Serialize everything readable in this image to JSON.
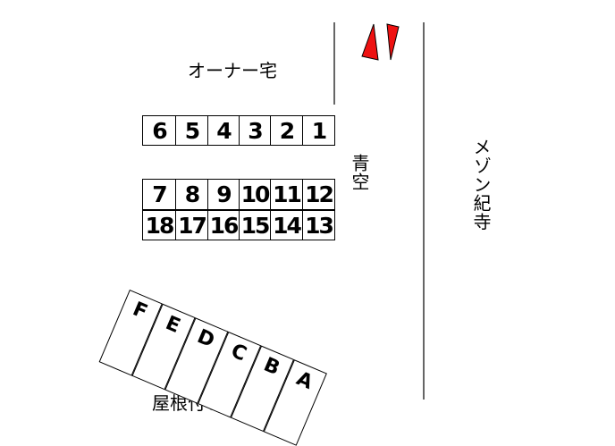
{
  "labels": {
    "owner_house": "オーナー宅",
    "aozora": "青空",
    "maison_name": "メゾン紀寺",
    "roofed": "屋根付き"
  },
  "parking_rows": {
    "top": [
      "6",
      "5",
      "4",
      "3",
      "2",
      "1"
    ],
    "middle": [
      "7",
      "8",
      "9",
      "10",
      "11",
      "12"
    ],
    "bottom": [
      "18",
      "17",
      "16",
      "15",
      "14",
      "13"
    ]
  },
  "covered_slots": [
    "F",
    "E",
    "D",
    "C",
    "B",
    "A"
  ],
  "north_arrow": {
    "color": "#ee1111"
  }
}
